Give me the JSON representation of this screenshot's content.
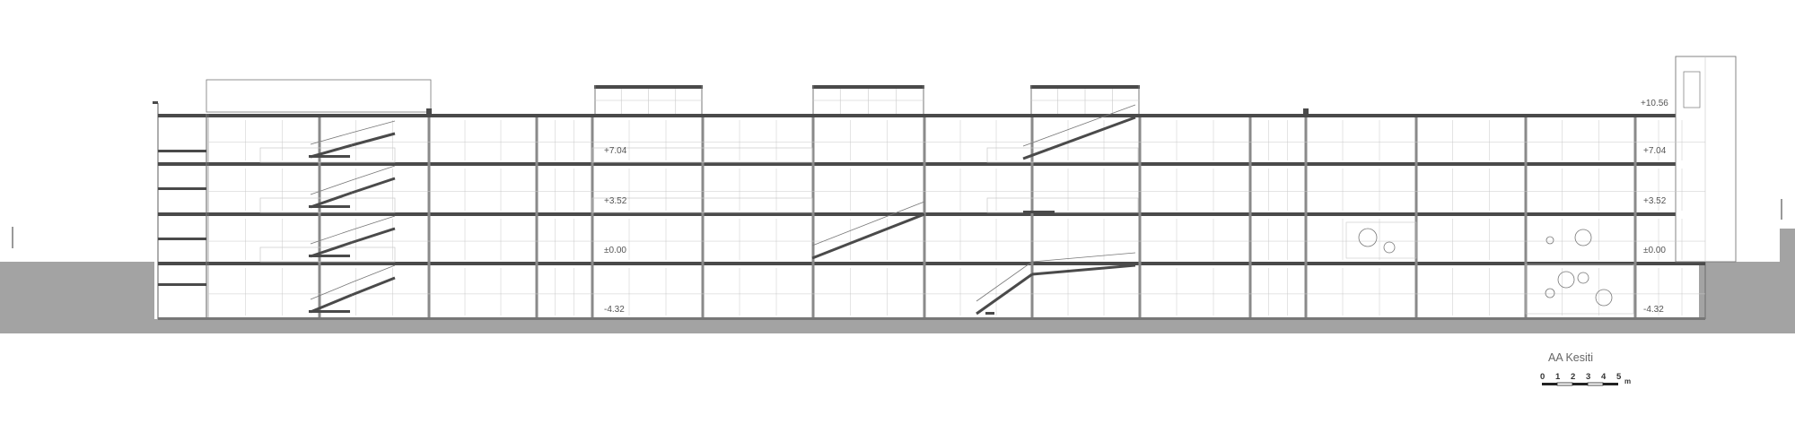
{
  "drawing": {
    "title": "AA Kesiti",
    "scale_bar": {
      "ticks": [
        "0",
        "1",
        "2",
        "3",
        "4",
        "5"
      ],
      "unit": "m"
    }
  },
  "levels": {
    "left": {
      "roof": "",
      "floor2": "+7.04",
      "floor1": "+3.52",
      "ground": "±0.00",
      "basement": "-4.32"
    },
    "right": {
      "roof": "+10.56",
      "floor2": "+7.04",
      "floor1": "+3.52",
      "ground": "±0.00",
      "basement": "-4.32"
    }
  },
  "colors": {
    "ground_fill": "#a3a3a3",
    "slab": "#4a4a4a",
    "line": "#777777",
    "light_line": "#c8c8c8",
    "text": "#555555"
  }
}
